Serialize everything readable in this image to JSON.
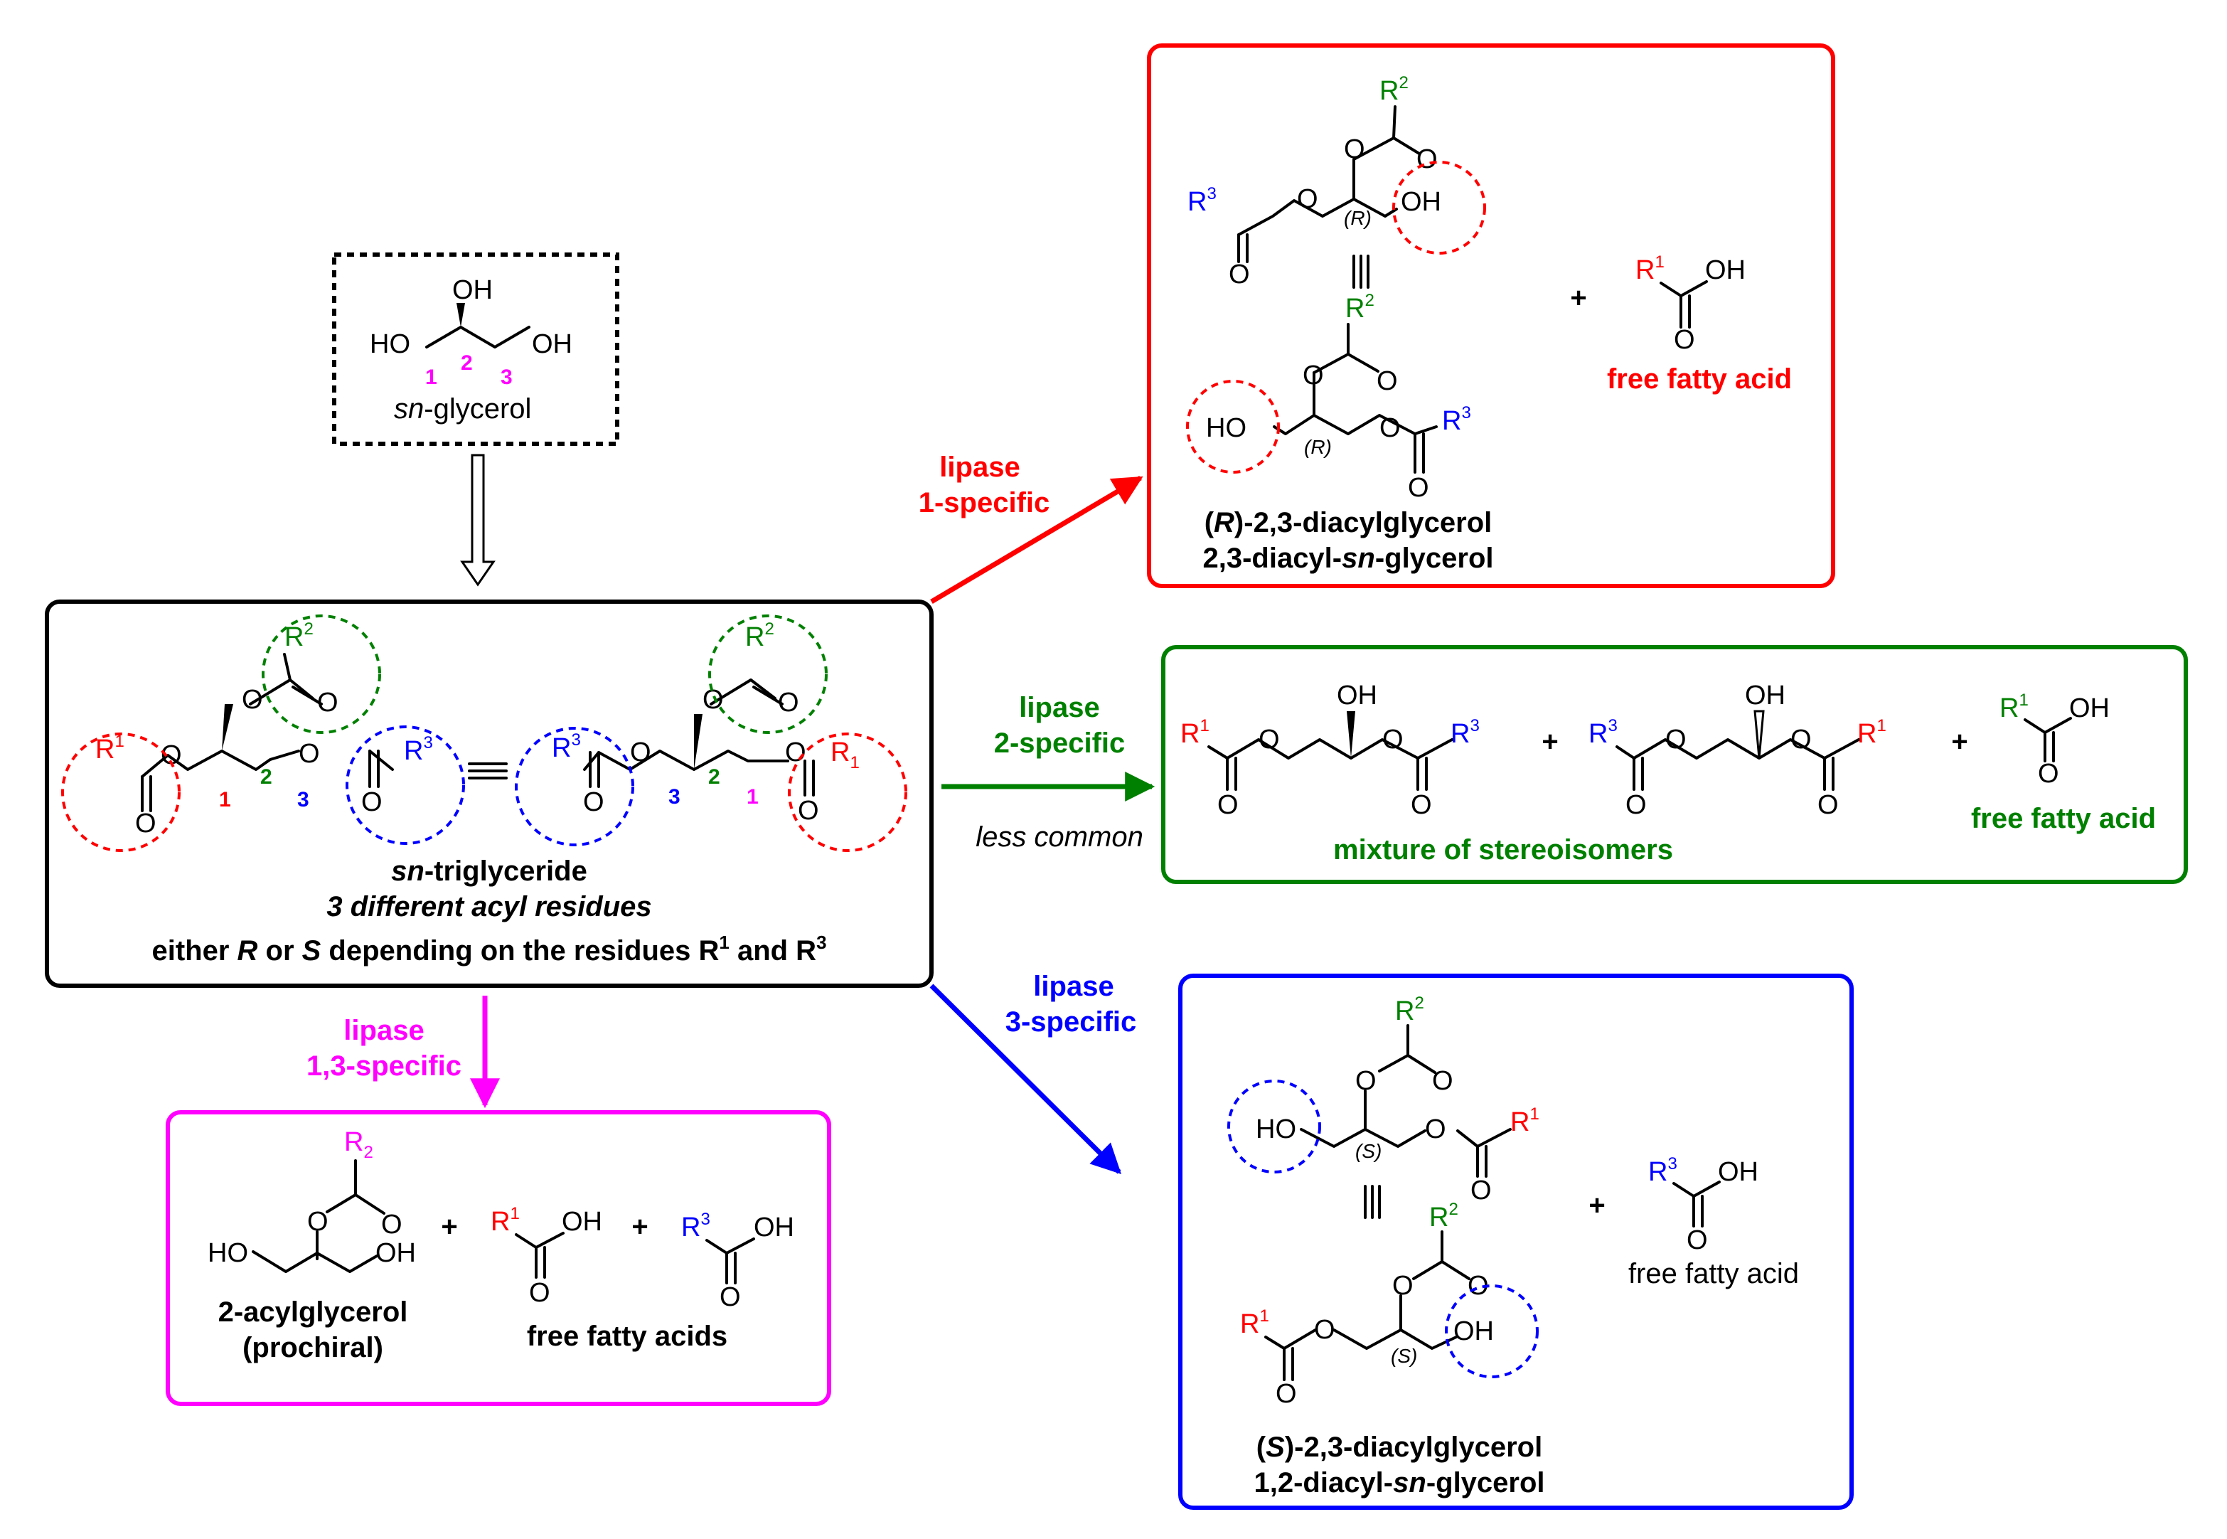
{
  "glycerol": {
    "oh": "OH",
    "ho_left": "HO",
    "oh_right": "OH",
    "num1": "1",
    "num2": "2",
    "num3": "3",
    "label_prefix": "sn",
    "label_suffix": "-glycerol"
  },
  "triglyceride": {
    "r1": "R",
    "r1_sup": "1",
    "r2": "R",
    "r2_sup": "2",
    "r3": "R",
    "r3_sup": "3",
    "r1_alt": "R",
    "r1_alt_sub": "1",
    "o": "O",
    "num1": "1",
    "num2": "2",
    "num3": "3",
    "title_prefix": "sn",
    "title_suffix": "-triglyceride",
    "subtitle": "3 different acyl residues",
    "desc_a": "either ",
    "desc_r": "R",
    "desc_or": " or ",
    "desc_s": "S",
    "desc_b": " depending on the residues R",
    "desc_sup1": "1",
    "desc_and": " and R",
    "desc_sup3": "3"
  },
  "pathways": {
    "one": {
      "line1": "lipase",
      "line2": "1-specific",
      "color": "#ff0000"
    },
    "two": {
      "line1": "lipase",
      "line2": "2-specific",
      "note": "less common",
      "color": "#008000"
    },
    "three": {
      "line1": "lipase",
      "line2": "3-specific",
      "color": "#0000ff"
    },
    "onethree": {
      "line1": "lipase",
      "line2": "1,3-specific",
      "color": "#ff00ff"
    }
  },
  "box_red": {
    "stereo": "(R)",
    "oh": "OH",
    "ho": "HO",
    "plus": "+",
    "acid_oh": "OH",
    "acid_label": "free fatty acid",
    "name1_prefix": "(",
    "name1_r": "R",
    "name1_suffix": ")-2,3-diacylglycerol",
    "name2_prefix": "2,3-diacyl-",
    "name2_sn": "sn",
    "name2_suffix": "-glycerol"
  },
  "box_green": {
    "oh": "OH",
    "plus": "+",
    "acid_oh": "OH",
    "acid_label": "free fatty acid",
    "mixture_label": "mixture of stereoisomers"
  },
  "box_blue": {
    "stereo": "(S)",
    "oh": "OH",
    "ho": "HO",
    "plus": "+",
    "acid_oh": "OH",
    "acid_label": "free fatty acid",
    "name1_prefix": "(",
    "name1_s": "S",
    "name1_suffix": ")-2,3-diacylglycerol",
    "name2": "1,2-diacyl-",
    "name2_sn": "sn",
    "name2_suffix": "-glycerol"
  },
  "box_magenta": {
    "r2": "R",
    "r2_sub": "2",
    "ho": "HO",
    "oh": "OH",
    "plus": "+",
    "acid_oh": "OH",
    "product_label": "2-acylglycerol",
    "product_note": "(prochiral)",
    "acids_label": "free fatty acids"
  },
  "colors": {
    "red": "#ff0000",
    "green": "#008000",
    "blue": "#0000ff",
    "magenta": "#ff00ff",
    "black": "#000000"
  }
}
